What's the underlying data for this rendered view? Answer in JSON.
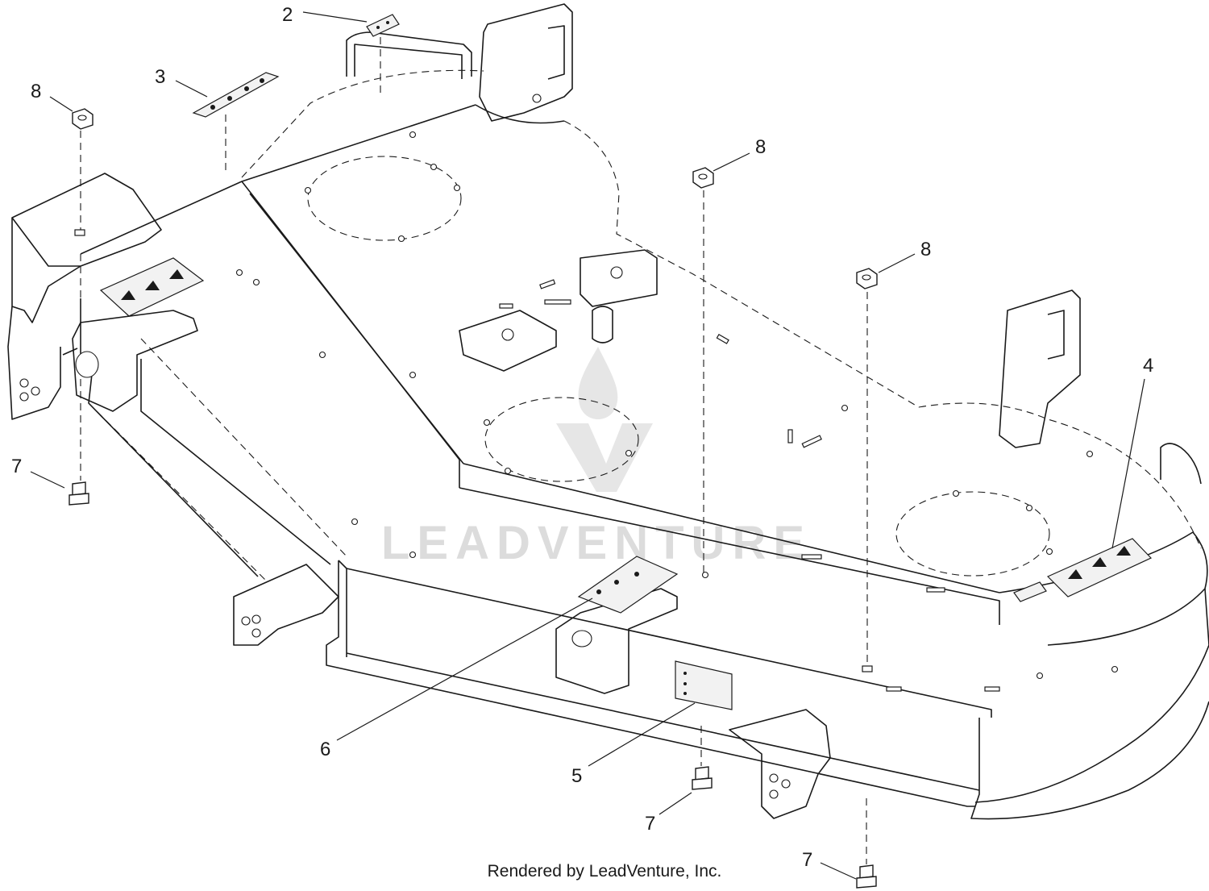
{
  "watermark": {
    "text": "LEADVENTURE"
  },
  "callouts": [
    {
      "id": "callout-2",
      "label": "2"
    },
    {
      "id": "callout-3",
      "label": "3"
    },
    {
      "id": "callout-8a",
      "label": "8"
    },
    {
      "id": "callout-8b",
      "label": "8"
    },
    {
      "id": "callout-8c",
      "label": "8"
    },
    {
      "id": "callout-4",
      "label": "4"
    },
    {
      "id": "callout-7a",
      "label": "7"
    },
    {
      "id": "callout-6",
      "label": "6"
    },
    {
      "id": "callout-5",
      "label": "5"
    },
    {
      "id": "callout-7b",
      "label": "7"
    },
    {
      "id": "callout-7c",
      "label": "7"
    }
  ],
  "footer": {
    "credit": "Rendered by LeadVenture, Inc."
  },
  "colors": {
    "line": "#1a1a1a",
    "watermark": "#dcdcdc",
    "background": "#ffffff"
  }
}
